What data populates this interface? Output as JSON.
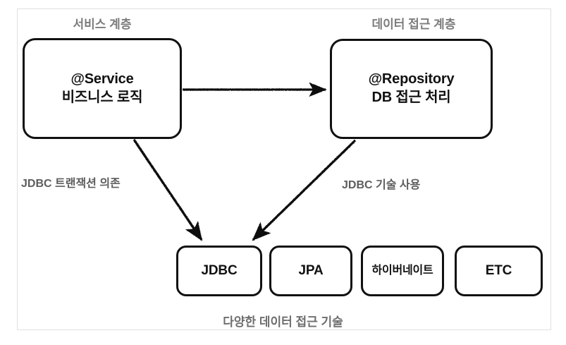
{
  "diagram": {
    "title_service_layer": "서비스 계층",
    "title_data_layer": "데이터 접근 계층",
    "caption": "다양한 데이터 접근 기술",
    "nodes": {
      "service": {
        "line1": "@Service",
        "line2": "비즈니스 로직"
      },
      "repository": {
        "line1": "@Repository",
        "line2": "DB 접근 처리"
      },
      "tech": [
        {
          "label": "JDBC"
        },
        {
          "label": "JPA"
        },
        {
          "label": "하이버네이트"
        },
        {
          "label": "ETC"
        }
      ]
    },
    "edges": {
      "service_to_repository": "",
      "service_to_jdbc_label": "JDBC 트랜잭션 의존",
      "repository_to_jdbc_label": "JDBC 기술 사용"
    },
    "colors": {
      "node_border": "#111111",
      "node_text": "#111111",
      "layer_title": "#7c7c7c",
      "edge_label": "#5d5d5d",
      "caption": "#6e6e6e",
      "frame_border": "#e0e0e0",
      "background": "#ffffff"
    }
  }
}
